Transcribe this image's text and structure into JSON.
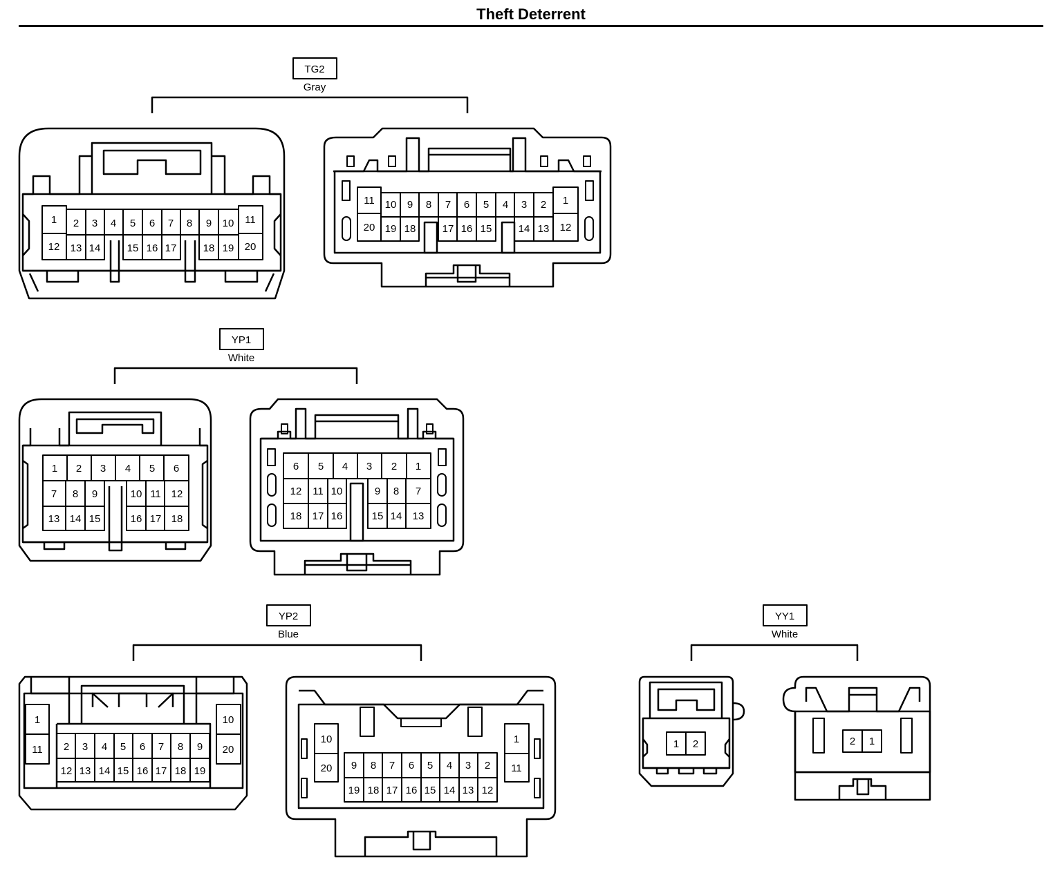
{
  "page": {
    "title": "Theft Deterrent"
  },
  "connectors": [
    {
      "code": "TG2",
      "color": "Gray"
    },
    {
      "code": "YP1",
      "color": "White"
    },
    {
      "code": "YP2",
      "color": "Blue"
    },
    {
      "code": "YY1",
      "color": "White"
    }
  ]
}
